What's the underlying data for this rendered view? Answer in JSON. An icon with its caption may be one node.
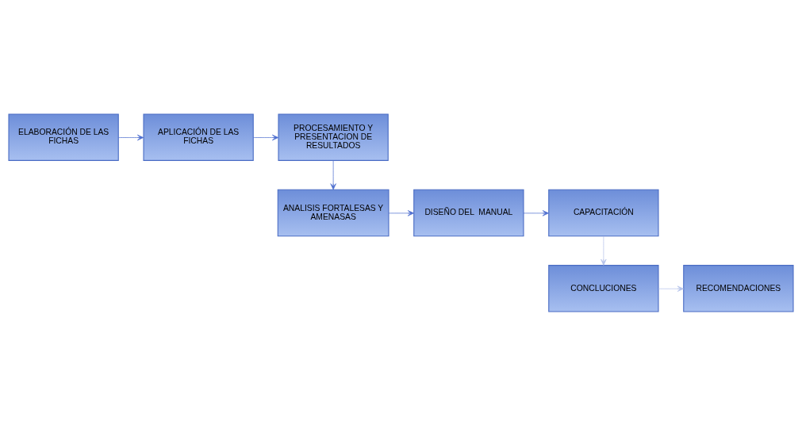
{
  "diagram": {
    "nodes": [
      {
        "text": [
          "ELABORACIÓN DE LAS FICHAS"
        ]
      },
      {
        "text": [
          "APLICACIÓN DE LAS FICHAS"
        ]
      },
      {
        "text": [
          "PROCESAMIENTO Y PRESENTACION DE RESULTADOS"
        ]
      },
      {
        "text": [
          "ANALISIS FORTALESAS Y AMENASAS"
        ]
      },
      {
        "text": [
          "DISEÑO DEL  MANUAL"
        ]
      },
      {
        "text": [
          "CAPACITACIÓN"
        ]
      },
      {
        "text": [
          "CONCLUCIONES"
        ]
      },
      {
        "text": [
          "RECOMENDACIONES"
        ]
      }
    ],
    "edges": [
      {
        "from": 0,
        "to": 1,
        "arrow": "to"
      },
      {
        "from": 1,
        "to": 2,
        "arrow": "to"
      },
      {
        "from": 2,
        "to": 3,
        "arrow": "to"
      },
      {
        "from": 3,
        "to": 4,
        "arrow": "to"
      },
      {
        "from": 4,
        "to": 5,
        "arrow": "to"
      },
      {
        "from": 5,
        "to": 6,
        "arrow": "to",
        "color": "#b4c2ea"
      },
      {
        "from": 6,
        "to": 7,
        "arrow": "to",
        "color": "#b4c2ea"
      }
    ]
  }
}
